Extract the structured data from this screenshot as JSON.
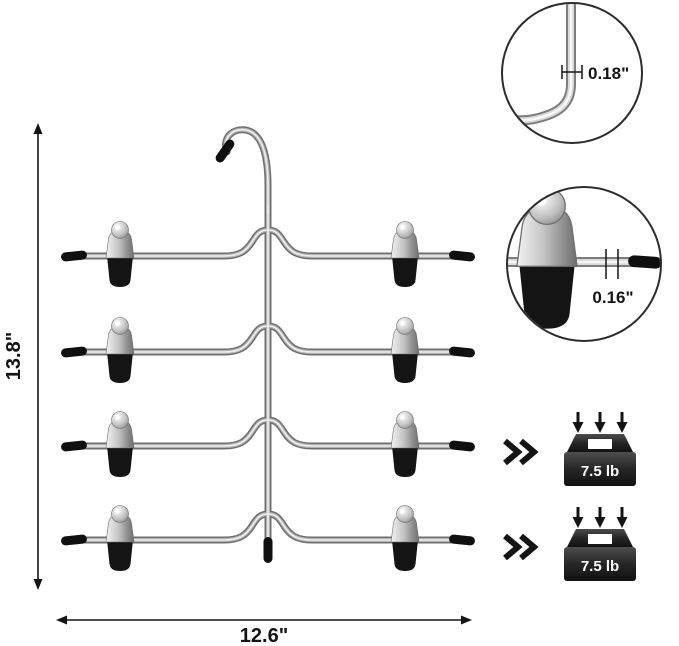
{
  "labels": {
    "height": "13.8\"",
    "width": "12.6\"",
    "wire_thickness": "0.18\"",
    "clip_bar_thickness": "0.16\"",
    "weight_capacity_top": "7.5 lb",
    "weight_capacity_bottom": "7.5 lb"
  },
  "colors": {
    "chrome_mid": "#b3b3b3",
    "chrome_dark": "#6f6f6f",
    "tip_black": "#0f0f0f",
    "annotation_black": "#141414",
    "weight_label_text": "#ffffff"
  }
}
